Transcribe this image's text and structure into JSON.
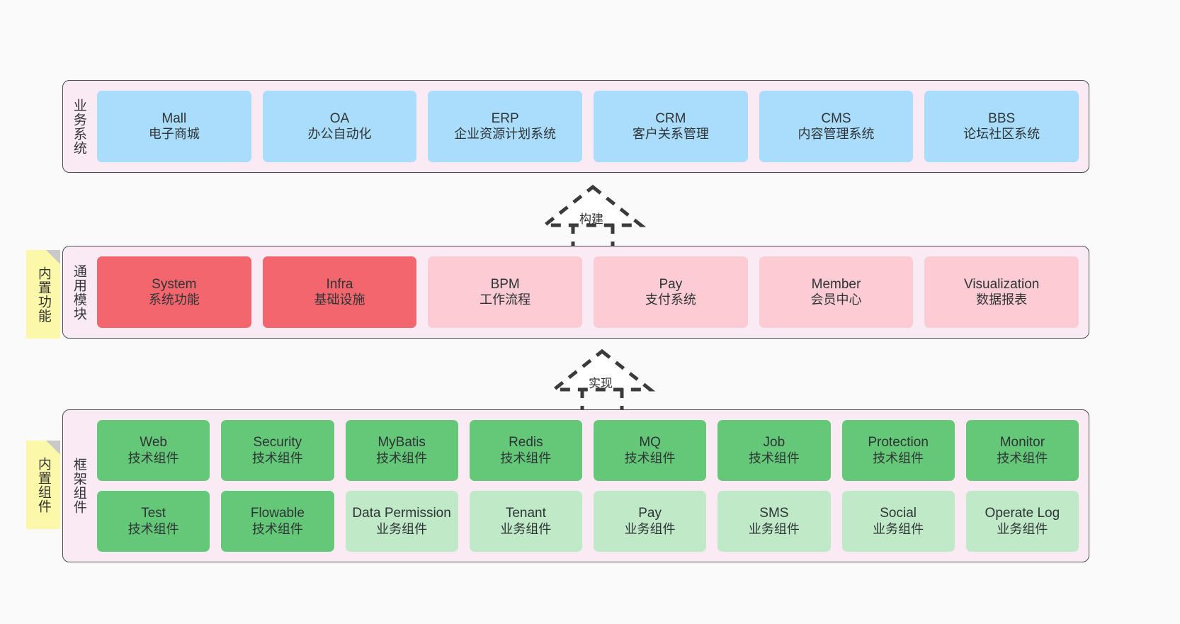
{
  "diagram": {
    "background_color": "#fafafa",
    "layer_fill": "#f9eaf3",
    "layer_border": "#4d4d4d",
    "note_fill": "#fbf8aa",
    "palette": {
      "blue": "#aadcfc",
      "red": "#f4666e",
      "pink": "#fccbd3",
      "green": "#64c878",
      "light_green": "#c0e9c8"
    }
  },
  "layers": [
    {
      "id": "business-systems",
      "title": "业务系统",
      "note": null,
      "rows": 1,
      "cells": [
        {
          "en": "Mall",
          "cn": "电子商城",
          "color": "blue"
        },
        {
          "en": "OA",
          "cn": "办公自动化",
          "color": "blue"
        },
        {
          "en": "ERP",
          "cn": "企业资源计划系统",
          "color": "blue"
        },
        {
          "en": "CRM",
          "cn": "客户关系管理",
          "color": "blue"
        },
        {
          "en": "CMS",
          "cn": "内容管理系统",
          "color": "blue"
        },
        {
          "en": "BBS",
          "cn": "论坛社区系统",
          "color": "blue"
        }
      ]
    },
    {
      "id": "common-modules",
      "title": "通用模块",
      "note": "内置功能",
      "rows": 1,
      "cells": [
        {
          "en": "System",
          "cn": "系统功能",
          "color": "red"
        },
        {
          "en": "Infra",
          "cn": "基础设施",
          "color": "red"
        },
        {
          "en": "BPM",
          "cn": "工作流程",
          "color": "pink"
        },
        {
          "en": "Pay",
          "cn": "支付系统",
          "color": "pink"
        },
        {
          "en": "Member",
          "cn": "会员中心",
          "color": "pink"
        },
        {
          "en": "Visualization",
          "cn": "数据报表",
          "color": "pink"
        }
      ]
    },
    {
      "id": "framework-components",
      "title": "框架组件",
      "note": "内置组件",
      "rows": 2,
      "cells": [
        {
          "en": "Web",
          "cn": "技术组件",
          "color": "green"
        },
        {
          "en": "Security",
          "cn": "技术组件",
          "color": "green"
        },
        {
          "en": "MyBatis",
          "cn": "技术组件",
          "color": "green"
        },
        {
          "en": "Redis",
          "cn": "技术组件",
          "color": "green"
        },
        {
          "en": "MQ",
          "cn": "技术组件",
          "color": "green"
        },
        {
          "en": "Job",
          "cn": "技术组件",
          "color": "green"
        },
        {
          "en": "Protection",
          "cn": "技术组件",
          "color": "green"
        },
        {
          "en": "Monitor",
          "cn": "技术组件",
          "color": "green"
        },
        {
          "en": "Test",
          "cn": "技术组件",
          "color": "green"
        },
        {
          "en": "Flowable",
          "cn": "技术组件",
          "color": "green"
        },
        {
          "en": "Data Permission",
          "cn": "业务组件",
          "color": "light_green",
          "wrap": true
        },
        {
          "en": "Tenant",
          "cn": "业务组件",
          "color": "light_green"
        },
        {
          "en": "Pay",
          "cn": "业务组件",
          "color": "light_green"
        },
        {
          "en": "SMS",
          "cn": "业务组件",
          "color": "light_green"
        },
        {
          "en": "Social",
          "cn": "业务组件",
          "color": "light_green"
        },
        {
          "en": "Operate Log",
          "cn": "业务组件",
          "color": "light_green"
        }
      ]
    }
  ],
  "connectors": [
    {
      "id": "build",
      "label": "构建"
    },
    {
      "id": "realize",
      "label": "实现"
    }
  ]
}
